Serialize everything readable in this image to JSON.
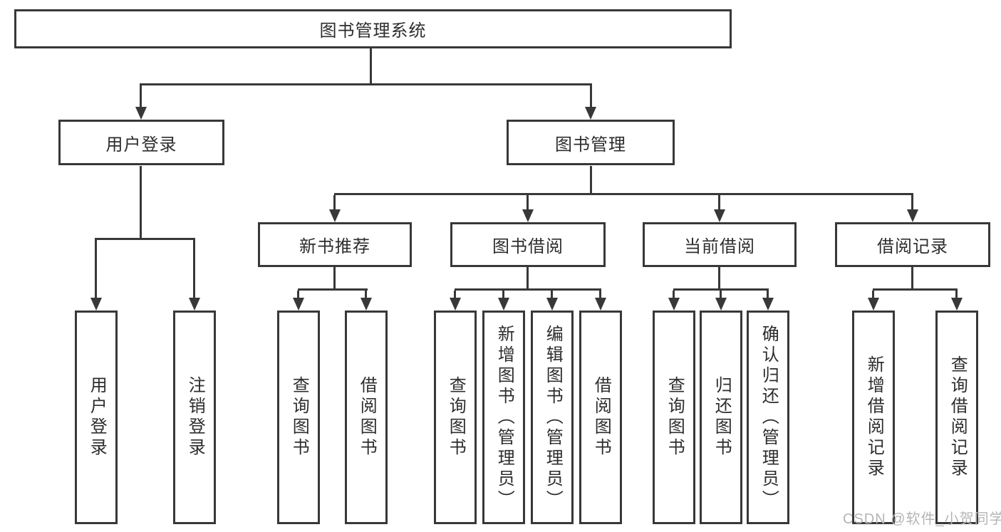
{
  "nodes": {
    "root": "图书管理系统",
    "user_login": "用户登录",
    "book_mgmt": "图书管理",
    "new_book_rec": "新书推荐",
    "book_borrow": "图书借阅",
    "current_borrow": "当前借阅",
    "borrow_record": "借阅记录"
  },
  "leaves": {
    "user_login": [
      "用户登录",
      "注销登录"
    ],
    "new_book_rec": [
      "查询图书",
      "借阅图书"
    ],
    "book_borrow": [
      "查询图书",
      "新增图书（管理员）",
      "编辑图书（管理员）",
      "借阅图书"
    ],
    "current_borrow": [
      "查询图书",
      "归还图书",
      "确认归还（管理员）"
    ],
    "borrow_record": [
      "新增借阅记录",
      "查询借阅记录"
    ]
  },
  "watermark": "CSDN @软件_小贺同学",
  "colors": {
    "line": "#383838",
    "text": "#2d2d2d",
    "watermark": "#b5b5b5",
    "background": "#ffffff"
  }
}
